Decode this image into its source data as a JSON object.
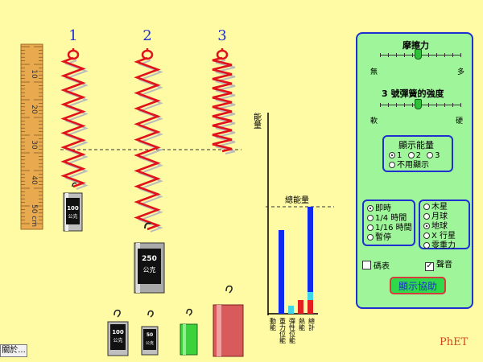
{
  "springs": [
    {
      "label": "1"
    },
    {
      "label": "2"
    },
    {
      "label": "3"
    }
  ],
  "ruler": {
    "ticks": [
      "10",
      "20",
      "30",
      "40",
      "50 cm"
    ]
  },
  "masses": {
    "hung1": {
      "value": "100",
      "unit": "公克"
    },
    "hung2": {
      "value": "250",
      "unit": "公克"
    },
    "shelf100": {
      "value": "100",
      "unit": "公克"
    },
    "shelf50": {
      "value": "50",
      "unit": "公克"
    }
  },
  "energy": {
    "axis_label": "能量",
    "total_label": "總能量",
    "bars": [
      {
        "label": "動能"
      },
      {
        "label": "重力位能"
      },
      {
        "label": "彈性位能"
      },
      {
        "label": "熱能"
      },
      {
        "label": "總計"
      }
    ]
  },
  "panel": {
    "friction": {
      "title": "摩擦力",
      "min": "無",
      "max": "多"
    },
    "stiffness": {
      "title": "3 號彈簧的強度",
      "min": "軟",
      "max": "硬"
    },
    "show_energy": {
      "title": "顯示能量",
      "options": [
        "1",
        "2",
        "3",
        "不用顯示"
      ],
      "selected": "1"
    },
    "time": {
      "options": [
        "即時",
        "1/4 時間",
        "1/16 時間",
        "暫停"
      ],
      "selected": "即時"
    },
    "gravity": {
      "options": [
        "木星",
        "月球",
        "地球",
        "X 行星",
        "零重力"
      ],
      "selected": "地球"
    },
    "stopwatch": "碼表",
    "sound": "聲音",
    "help_button": "顯示協助"
  },
  "about_button": "關於...",
  "brand": "PhET",
  "colors": {
    "spring": "#e0121b",
    "panel": "#9ff59a",
    "border": "#1f2fd0",
    "background": "#fffaa4"
  }
}
